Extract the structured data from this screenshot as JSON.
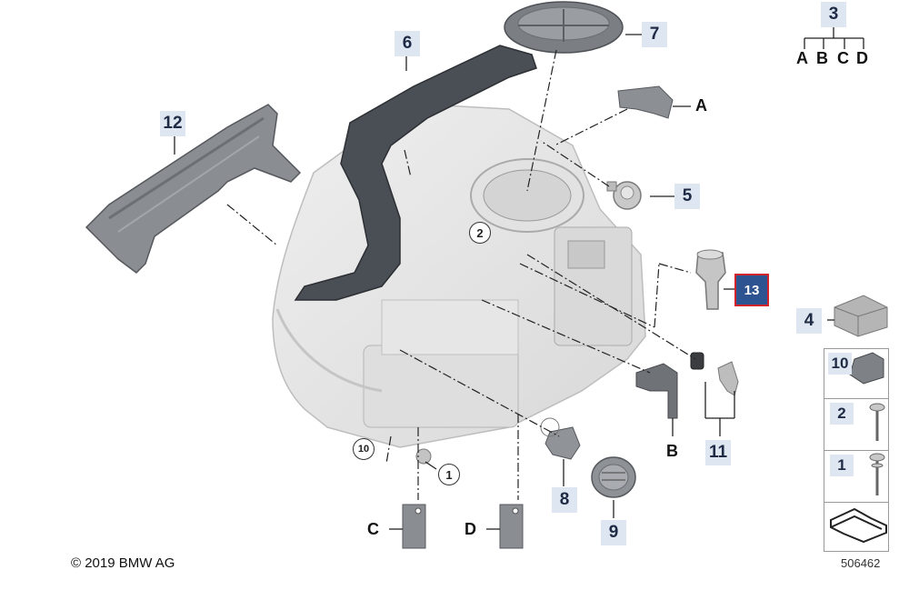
{
  "diagram": {
    "copyright": "© 2019 BMW AG",
    "diagram_id": "506462",
    "callouts": {
      "n1": "1",
      "n2": "2",
      "n3": "3",
      "n4": "4",
      "n5": "5",
      "n6": "6",
      "n7": "7",
      "n8": "8",
      "n9": "9",
      "n10": "10",
      "n11": "11",
      "n12": "12",
      "n13": "13"
    },
    "letters": {
      "A": "A",
      "B": "B",
      "C": "C",
      "D": "D"
    },
    "variants": [
      "A",
      "B",
      "C",
      "D"
    ],
    "legend": [
      "10",
      "2",
      "1"
    ],
    "selected_callout": "13",
    "colors": {
      "callout_bg": "#dde6f1",
      "selected_bg": "#2d5491",
      "selected_border": "#d2232a"
    }
  }
}
